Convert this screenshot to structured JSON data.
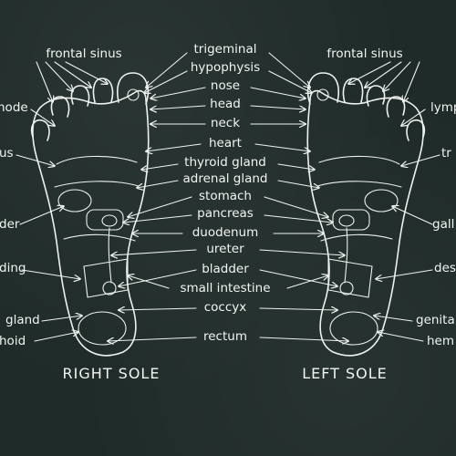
{
  "colors": {
    "board": "#1f2b29",
    "chalk": "#eef1ef"
  },
  "titles": {
    "right_sole": "RIGHT SOLE",
    "left_sole": "LEFT SOLE"
  },
  "center_labels": [
    "trigeminal",
    "hypophysis",
    "nose",
    "head",
    "neck",
    "heart",
    "thyroid gland",
    "adrenal gland",
    "stomach",
    "pancreas",
    "duodenum",
    "ureter",
    "bladder",
    "small intestine",
    "coccyx",
    "rectum"
  ],
  "right_sole_labels": [
    "frontal sinus",
    "node",
    "us",
    "der",
    "ding",
    "gland",
    "hoid"
  ],
  "left_sole_labels": [
    "frontal sinus",
    "lymp",
    "tr",
    "gall",
    "des",
    "genita",
    "hem"
  ]
}
